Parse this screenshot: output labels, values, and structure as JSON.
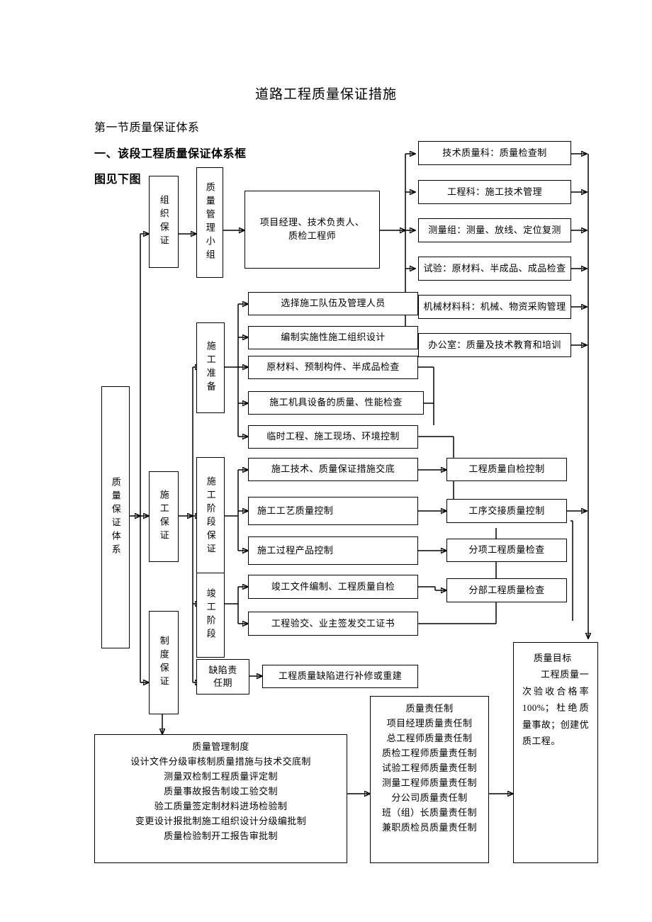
{
  "document": {
    "title": "道路工程质量保证措施",
    "section": "第一节质量保证体系",
    "subsection": "一、该段工程质量保证体系框图见下图"
  },
  "diagram": {
    "type": "flowchart",
    "root": "质量保证体系",
    "level1": [
      {
        "id": "org",
        "label": "组织保证"
      },
      {
        "id": "cons",
        "label": "施工保证"
      },
      {
        "id": "inst",
        "label": "制度保证"
      }
    ],
    "org_branch": {
      "group": "质量管理小组",
      "leaders": "项目经理、技术负责人、质检工程师",
      "departments": [
        "技术质量科：质量检查制",
        "工程科：施工技术管理",
        "测量组：测量、放线、定位复测",
        "试验：原材料、半成品、成品检查",
        "机械材料科：机械、物资采购管理",
        "办公室：质量及技术教育和培训"
      ]
    },
    "cons_branch": {
      "stages": [
        {
          "id": "prep",
          "label": "施工准备"
        },
        {
          "id": "during",
          "label": "施工阶段保证"
        },
        {
          "id": "finish",
          "label": "竣工阶段"
        },
        {
          "id": "defect",
          "label": "缺陷责任期"
        }
      ],
      "prep_items": [
        "选择施工队伍及管理人员",
        "编制实施性施工组织设计",
        "原材料、预制构件、半成品检查",
        "施工机具设备的质量、性能检查",
        "临时工程、施工现场、环境控制"
      ],
      "during_items": [
        "施工技术、质量保证措施交底",
        "施工工艺质量控制",
        "施工过程产品控制"
      ],
      "finish_items": [
        "竣工文件编制、工程质量自检",
        "工程验交、业主签发交工证书"
      ],
      "defect_items": [
        "工程质量缺陷进行补修或重建"
      ],
      "controls": [
        "工程质量自检控制",
        "工序交接质量控制",
        "分项工程质量检查",
        "分部工程质量检查"
      ]
    },
    "inst_branch": {
      "system_title": "质量管理制度",
      "system_items": [
        "设计文件分级审核制质量措施与技术交底制",
        "测量双检制工程质量评定制",
        "质量事故报告制竣工验交制",
        "验工质量签定制材料进场检验制",
        "变更设计报批制施工组织设计分级编批制",
        "质量检验制开工报告审批制"
      ],
      "responsibility_title": "质量责任制",
      "responsibility_items": [
        "项目经理质量责任制",
        "总工程师质量责任制",
        "质检工程师质量责任制",
        "试验工程师质量责任制",
        "测量工程师质量责任制",
        "分公司质量责任制",
        "班（组）长质量责任制",
        "兼职质检员质量责任制"
      ]
    },
    "goal": {
      "title": "质量目标",
      "body": "工程质量一次验收合格率100%；杜绝质量事故；创建优质工程。"
    }
  }
}
